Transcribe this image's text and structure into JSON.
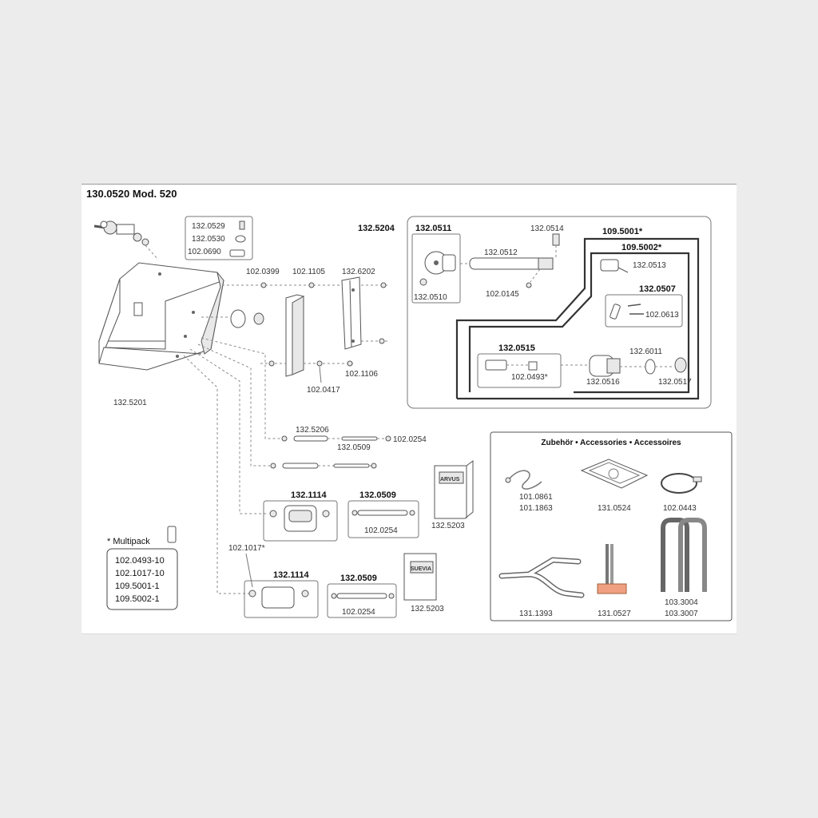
{
  "title": "130.0520 Mod. 520",
  "colors": {
    "background": "#ececec",
    "sheet": "#ffffff",
    "line": "#555555",
    "highlight_plate": "#f0a080"
  },
  "frame": {
    "part": "132.5201",
    "kit_labels": [
      "132.0529",
      "132.0530",
      "102.0690"
    ]
  },
  "rail_parts": {
    "top_labels": [
      "102.0399",
      "102.1105",
      "132.6202"
    ],
    "side_labels": [
      "102.1106",
      "102.0417"
    ]
  },
  "rods": {
    "labels": [
      "132.5206",
      "132.0509",
      "102.0254"
    ]
  },
  "assembly_box": {
    "main": "132.5204",
    "part_0511": "132.0511",
    "part_0510": "132.0510",
    "part_0514": "132.0514",
    "part_0512": "132.0512",
    "part_0145": "102.0145",
    "group_5001": "109.5001*",
    "group_5002": "109.5002*",
    "part_0513": "132.0513",
    "group_0507": "132.0507",
    "part_0613": "102.0613",
    "group_0515": "132.0515",
    "part_0493": "102.0493*",
    "part_0516": "132.0516",
    "part_6011": "132.6011",
    "part_0517": "132.0517"
  },
  "lower_sets": [
    {
      "bracket": "132.1114",
      "rod": "132.0509",
      "pin": "102.0254",
      "box_part": "132.5203",
      "box_brand": "ARVUS"
    },
    {
      "bracket": "132.1114",
      "rod": "132.0509",
      "pin": "102.0254",
      "box_part": "132.5203",
      "box_brand": "SUEVIA"
    }
  ],
  "clip_label": "102.1017*",
  "multipack": {
    "title": "* Multipack",
    "items": [
      "102.0493-10",
      "102.1017-10",
      "109.5001-1",
      "109.5002-1"
    ]
  },
  "accessories": {
    "title": "Zubehör • Accessories • Accessoires",
    "items": [
      {
        "labels": [
          "101.0861",
          "101.1863"
        ]
      },
      {
        "labels": [
          "131.0524"
        ]
      },
      {
        "labels": [
          "102.0443"
        ]
      },
      {
        "labels": [
          "131.1393"
        ]
      },
      {
        "labels": [
          "131.0527"
        ]
      },
      {
        "labels": [
          "103.3004",
          "103.3007"
        ]
      }
    ]
  }
}
